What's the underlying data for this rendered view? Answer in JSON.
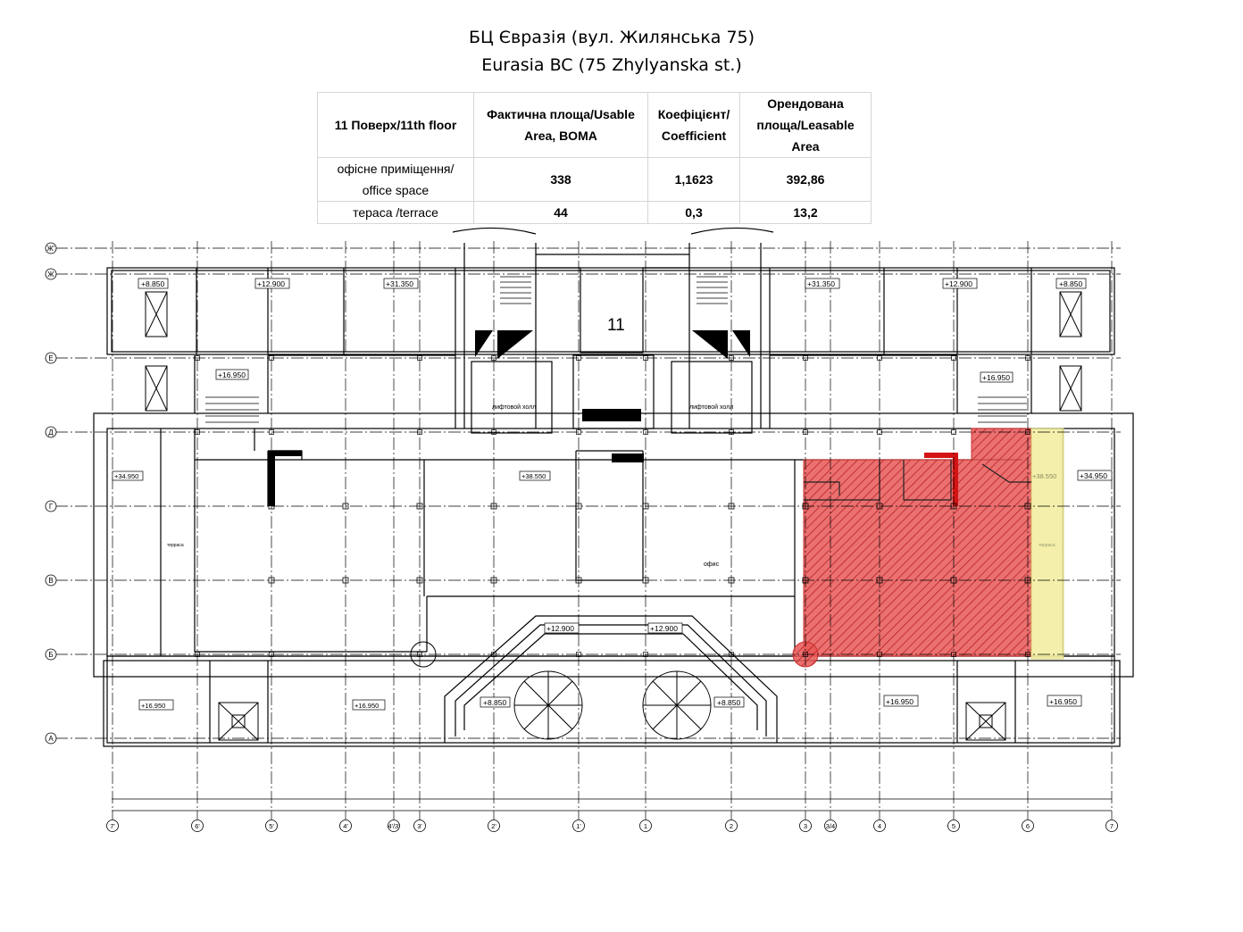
{
  "title_uk": "БЦ Євразія (вул. Жилянська 75)",
  "title_en": "Eurasia BC (75 Zhylyanska st.)",
  "table": {
    "headers": [
      "11 Поверх/11th floor",
      "Фактична площа/Usable Area, BOMA",
      "Коефіцієнт/ Coefficient",
      "Орендована площа/Leasable Area"
    ],
    "rows": [
      {
        "label": "офісне приміщення/ office space",
        "usable": "338",
        "coef": "1,1623",
        "leasable": "392,86"
      },
      {
        "label": "тераса /terrace",
        "usable": "44",
        "coef": "0,3",
        "leasable": "13,2"
      }
    ]
  },
  "plan": {
    "floor_number": "11",
    "row_axes": [
      "Ж'",
      "Ж",
      "Е",
      "Д",
      "Г",
      "В",
      "Б",
      "А"
    ],
    "col_axes": [
      "7'",
      "6'",
      "5'",
      "4'",
      "4'/3'",
      "3'",
      "2'",
      "1'",
      "1",
      "2",
      "3",
      "3/4",
      "4",
      "5",
      "6",
      "7"
    ],
    "elevations": {
      "top_left_far": "+8.850",
      "top_left_mid": "+12.900",
      "top_left_near": "+31.350",
      "top_right_near": "+31.350",
      "top_right_mid": "+12.900",
      "top_right_far": "+8.850",
      "left_upper": "+16.950",
      "right_upper": "+16.950",
      "left_terrace": "+34.950",
      "right_terrace": "+34.950",
      "center": "+38.550",
      "right_highlight": "+38.550",
      "court_left": "+12.900",
      "court_right": "+12.900",
      "stair_left": "+8.850",
      "stair_right": "+8.850",
      "bottom_1": "+16.950",
      "bottom_2": "+16.950",
      "bottom_3": "+16.950",
      "bottom_4": "+16.950"
    },
    "labels": {
      "lift_hall_left": "лифтовой холл",
      "lift_hall_right": "лифтовой холл",
      "office": "офис",
      "terrace_left": "терраса",
      "terrace_right": "терраса"
    },
    "highlight_colors": {
      "office": "#e03c3c",
      "terrace": "#f5f0a0"
    }
  }
}
